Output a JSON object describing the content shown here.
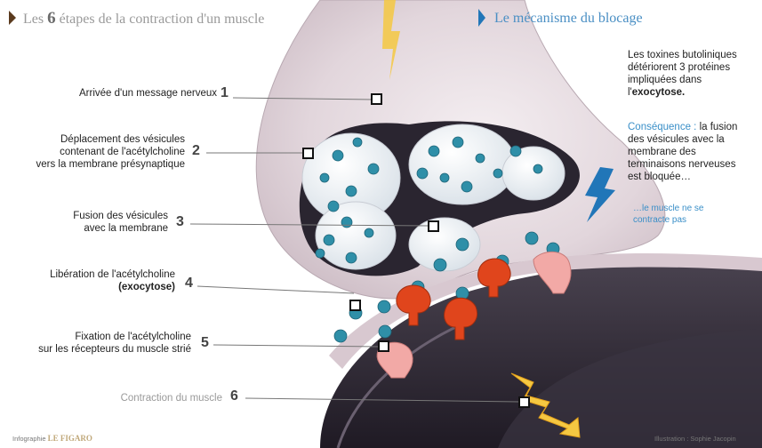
{
  "header_left": {
    "prefix": "Les ",
    "number": "6",
    "suffix": " étapes de la contraction d'un muscle"
  },
  "header_right": {
    "title": "Le mécanisme du blocage"
  },
  "steps": [
    {
      "number": "1",
      "lines": [
        "Arrivée d'un message nerveux"
      ]
    },
    {
      "number": "2",
      "lines": [
        "Déplacement des vésicules",
        "contenant de l'acétylcholine",
        "vers la membrane présynaptique"
      ]
    },
    {
      "number": "3",
      "lines": [
        "Fusion des vésicules",
        "avec la membrane"
      ]
    },
    {
      "number": "4",
      "lines": [
        "Libération de l'acétylcholine"
      ],
      "bold": "(exocytose)"
    },
    {
      "number": "5",
      "lines": [
        "Fixation de l'acétylcholine",
        "sur les récepteurs du muscle strié"
      ]
    },
    {
      "number": "6",
      "lines": [
        "Contraction du muscle"
      ]
    }
  ],
  "mechanism": {
    "line1": "Les toxines butoliniques",
    "line2": "détériorent 3 protéines",
    "line3": "impliquées dans",
    "line4_prefix": "l'",
    "line4_bold": "exocytose.",
    "consequence_label": "Conséquence :",
    "consequence_rest": " la fusion",
    "c2": "des vésicules avec la",
    "c3": "membrane des",
    "c4": "terminaisons nerveuses",
    "c5": "est bloquée…",
    "result1": "…le muscle ne se",
    "result2": "contracte pas"
  },
  "footer": {
    "source": "LE FIGARO",
    "source_prefix": "Infographie",
    "credit": "Illustration : Sophie Jacopin"
  },
  "colors": {
    "vesicle_dot": "#2f8fa8",
    "receptor": "#e0451c",
    "receptor_pink": "#f2a9a6",
    "muscle": "#2c2731",
    "lightning_yellow": "#f5c842",
    "lightning_blue": "#2176b8"
  }
}
